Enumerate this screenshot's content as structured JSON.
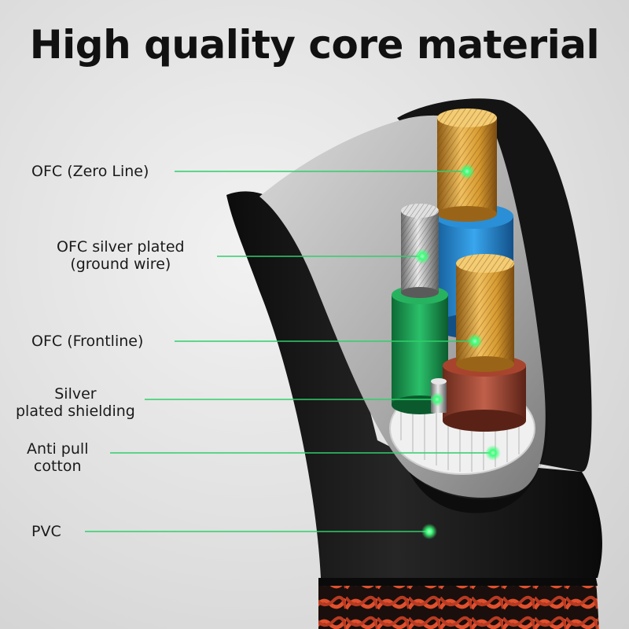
{
  "title": "High quality core material",
  "labels": [
    {
      "id": "ofc-zero",
      "lines": [
        "OFC (Zero Line)"
      ]
    },
    {
      "id": "ofc-silver",
      "lines": [
        "OFC silver plated",
        "(ground wire)"
      ]
    },
    {
      "id": "ofc-front",
      "lines": [
        "OFC (Frontline)"
      ]
    },
    {
      "id": "silver-shield",
      "lines": [
        "Silver",
        "plated shielding"
      ]
    },
    {
      "id": "anti-pull",
      "lines": [
        "Anti pull",
        "cotton"
      ]
    },
    {
      "id": "pvc",
      "lines": [
        "PVC"
      ]
    }
  ],
  "colors": {
    "leader_line": "#2fcf6a",
    "leader_dot": "#3dff7a",
    "jacket": "#151515",
    "jacket_inner": "#bfbfbf",
    "copper": "#d9a43a",
    "blue_insulation": "#2a8fd6",
    "green_insulation": "#1fa55a",
    "red_insulation": "#a8442e",
    "shield": "#f4f4f4",
    "braid": "#d8442a"
  }
}
